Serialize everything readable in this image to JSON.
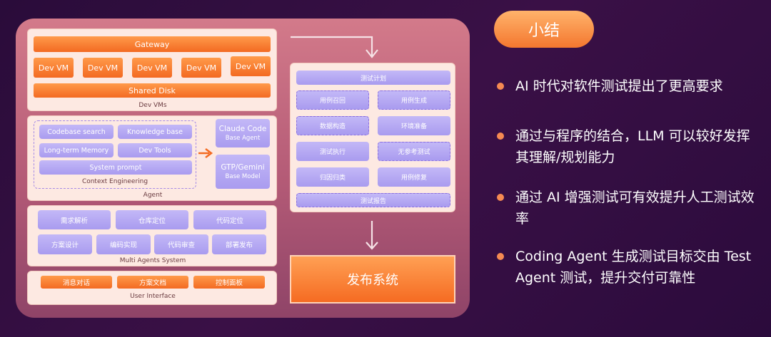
{
  "arch": {
    "gateway": "Gateway",
    "dev_vms": [
      "Dev VM",
      "Dev VM",
      "Dev VM",
      "Dev VM",
      "Dev VM"
    ],
    "shared_disk": "Shared Disk",
    "dev_vms_caption": "Dev VMs",
    "context_items": [
      "Codebase search",
      "Knowledge base",
      "Long-term Memory",
      "Dev Tools",
      "System prompt"
    ],
    "context_caption": "Context Engineering",
    "claude": {
      "name": "Claude Code",
      "sub": "Base Agent"
    },
    "gtp": {
      "name": "GTP/Gemini",
      "sub": "Base Model"
    },
    "agent_caption": "Agent",
    "multi_row1": [
      "需求解析",
      "仓库定位",
      "代码定位"
    ],
    "multi_row2": [
      "方案设计",
      "编码实现",
      "代码审查",
      "部署发布"
    ],
    "multi_caption": "Multi Agents System",
    "ui_items": [
      "消息对话",
      "方案文档",
      "控制面板"
    ],
    "ui_caption": "User Interface"
  },
  "test": {
    "plan": "测试计划",
    "grid": [
      "用例召回",
      "用例生成",
      "数据构造",
      "环境准备",
      "测试执行",
      "无参考测试",
      "归因归类",
      "用例修复"
    ],
    "report": "测试报告"
  },
  "release": "发布系统",
  "summary": {
    "title": "小结",
    "bullets": [
      "AI 时代对软件测试提出了更高要求",
      "通过与程序的结合，LLM 可以较好发挥其理解/规划能力",
      "通过 AI 增强测试可有效提升人工测试效率",
      "Coding Agent 生成测试目标交由 Test Agent 测试，提升交付可靠性"
    ]
  },
  "colors": {
    "accent": "#f36a22",
    "purple": "#a99bef",
    "panel": "#b35a76",
    "background": "#2a0c3a"
  }
}
